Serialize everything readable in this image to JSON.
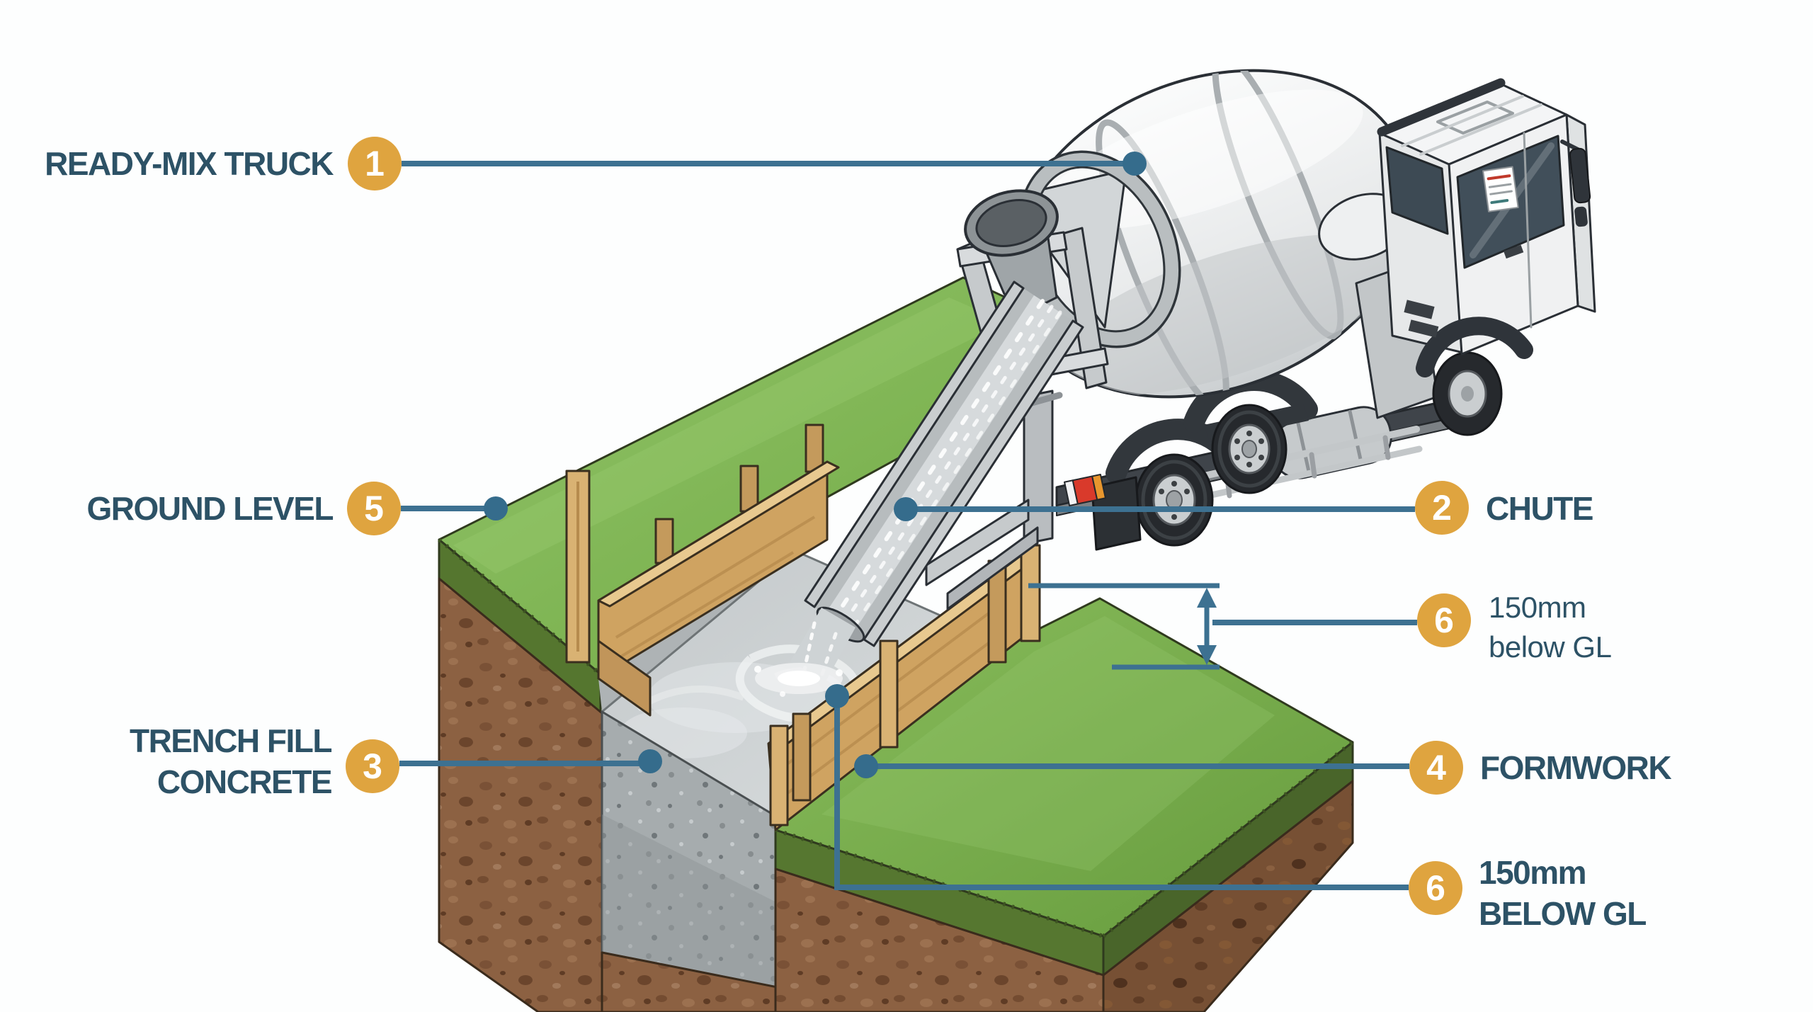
{
  "diagram": {
    "subject": "ready-mix-concrete-trench-fill-pour",
    "background": "#FDFEFE"
  },
  "colors": {
    "badge_orange": "#DFA43F",
    "callout_line_blue": "#3D7191",
    "label_text_blue": "#2D5266",
    "grass_green": "#7FB450",
    "soil_brown": "#8C6142",
    "wet_concrete": "#CDD2D4",
    "cured_concrete": "#A6ACAE",
    "timber_formwork": "#CFA361",
    "truck_body_white": "#F2F3F4"
  },
  "callouts": {
    "c1": {
      "num": "1",
      "label": "READY-MIX TRUCK"
    },
    "c2": {
      "num": "2",
      "label": "CHUTE"
    },
    "c3": {
      "num": "3",
      "line1": "TRENCH FILL",
      "line2": "CONCRETE"
    },
    "c4": {
      "num": "4",
      "label": "FORMWORK"
    },
    "c5": {
      "num": "5",
      "label": "GROUND LEVEL"
    },
    "c6a": {
      "num": "6",
      "line1": "150mm",
      "line2": "below GL"
    },
    "c6b": {
      "num": "6",
      "line1": "150mm",
      "line2": "BELOW GL"
    }
  }
}
